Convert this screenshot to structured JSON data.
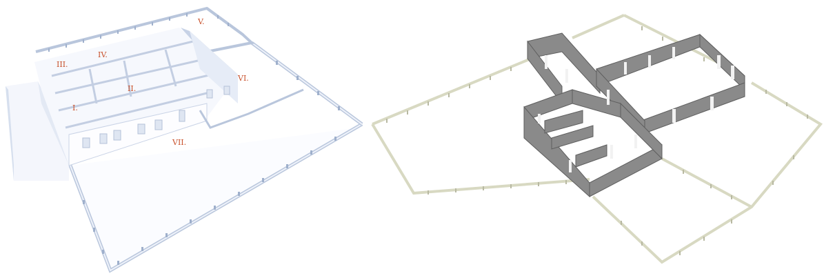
{
  "left_model": {
    "room_labels": [
      {
        "key": "I",
        "text": "I."
      },
      {
        "key": "II",
        "text": "II."
      },
      {
        "key": "III",
        "text": "III."
      },
      {
        "key": "IV",
        "text": "IV."
      },
      {
        "key": "V",
        "text": "V."
      },
      {
        "key": "VI",
        "text": "VI."
      },
      {
        "key": "VII",
        "text": "VII."
      }
    ],
    "label_color": "#c8502a",
    "wall_color": "#eef2fa",
    "shadow_color": "#b9c6dc"
  },
  "right_model": {
    "wall_color": "#8a8a8a",
    "fence_color": "#e9ead9",
    "door_color": "#f2f2f2"
  }
}
